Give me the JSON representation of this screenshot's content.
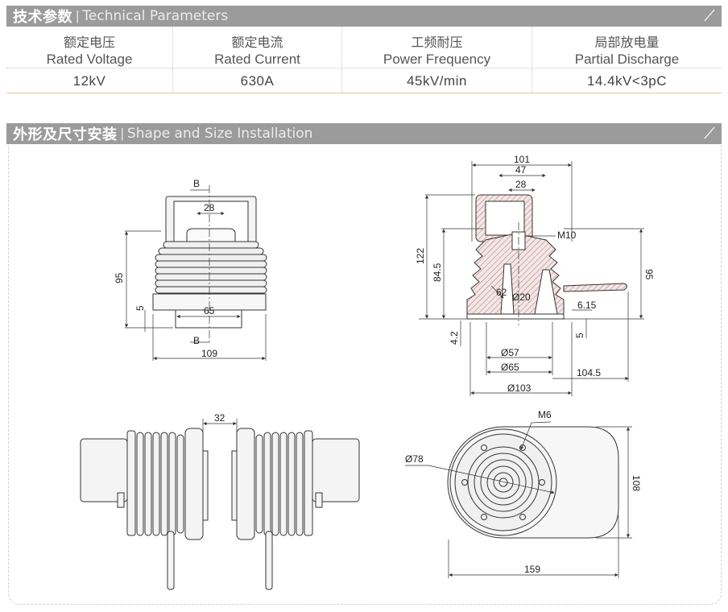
{
  "technical": {
    "title_zh": "技术参数",
    "separator": "|",
    "title_en": "Technical Parameters",
    "columns": [
      {
        "zh": "额定电压",
        "en": "Rated Voltage",
        "value": "12kV"
      },
      {
        "zh": "额定电流",
        "en": "Rated Current",
        "value": "630A"
      },
      {
        "zh": "工频耐压",
        "en": "Power Frequency",
        "value": "45kV/min"
      },
      {
        "zh": "局部放电量",
        "en": "Partial Discharge",
        "value": "14.4kV<3pC"
      }
    ]
  },
  "shape": {
    "title_zh": "外形及尺寸安装",
    "separator": "|",
    "title_en": "Shape and Size Installation"
  },
  "front_view": {
    "section_top": "B",
    "section_bottom": "B",
    "dim_top": "28",
    "dim_height": "95",
    "dim_base": "5",
    "dim_inner": "65",
    "dim_width": "109"
  },
  "section_view": {
    "dim_101": "101",
    "dim_47": "47",
    "dim_28": "28",
    "thread": "M10",
    "dim_122": "122",
    "dim_84_5": "84.5",
    "dim_95": "95",
    "dim_62": "62",
    "dim_d20": "Ø20",
    "dim_6_15": "6.15",
    "dim_5": "5",
    "dim_4_2": "4.2",
    "dim_d57": "Ø57",
    "dim_d65": "Ø65",
    "dim_104_5": "104.5",
    "dim_d103": "Ø103"
  },
  "pair_view": {
    "dim_gap": "32"
  },
  "top_view": {
    "thread": "M6",
    "dim_d78": "Ø78",
    "dim_108": "108",
    "dim_159": "159"
  }
}
